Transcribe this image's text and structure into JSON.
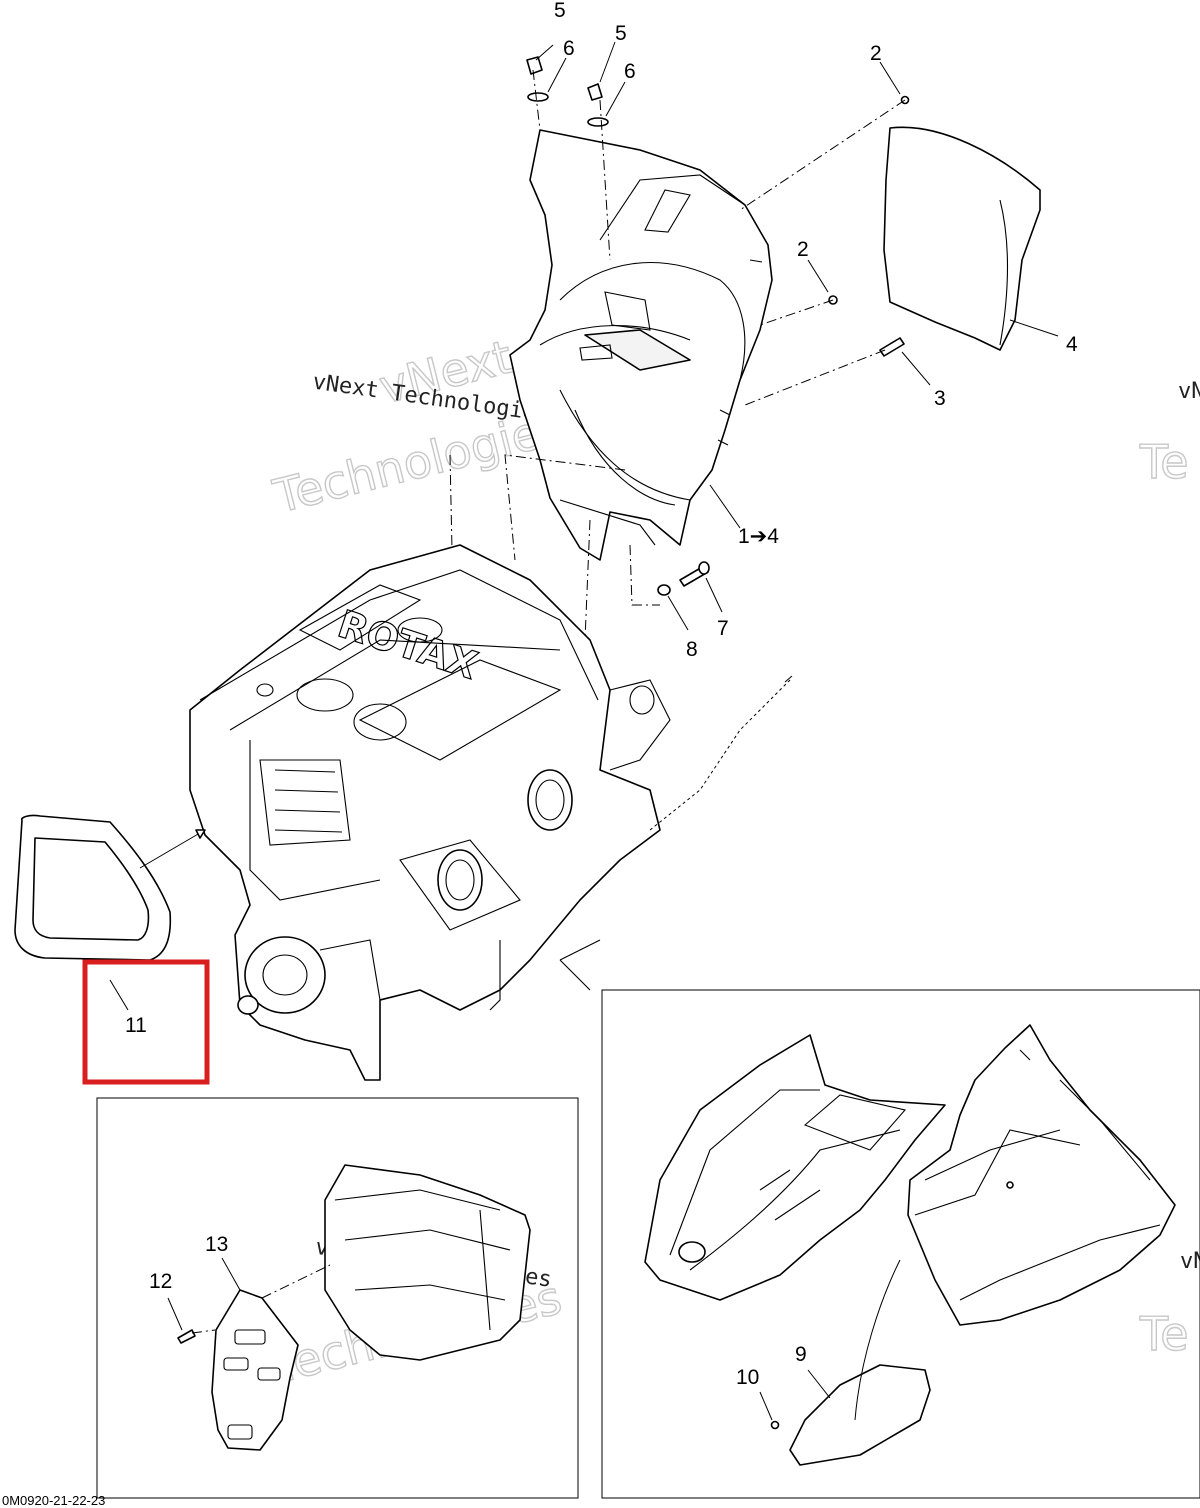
{
  "callouts": {
    "c5a": "5",
    "c6a": "6",
    "c5b": "5",
    "c6b": "6",
    "c2a": "2",
    "c2b": "2",
    "c4": "4",
    "c3": "3",
    "c1to4": "1➔4",
    "c7": "7",
    "c8": "8",
    "c11": "11",
    "c13": "13",
    "c12": "12",
    "c9": "9",
    "c10": "10"
  },
  "watermark": {
    "line": "vNext Technologies",
    "word1": "vNext",
    "word2": "Technologies",
    "edge1": "vN",
    "edge2": "Te"
  },
  "engine_label": "ROTAX",
  "footer_code": "0M0920-21-22-23",
  "colors": {
    "highlight": "#d81e1e",
    "line": "#000000",
    "watermark": "#c8c8c8"
  }
}
